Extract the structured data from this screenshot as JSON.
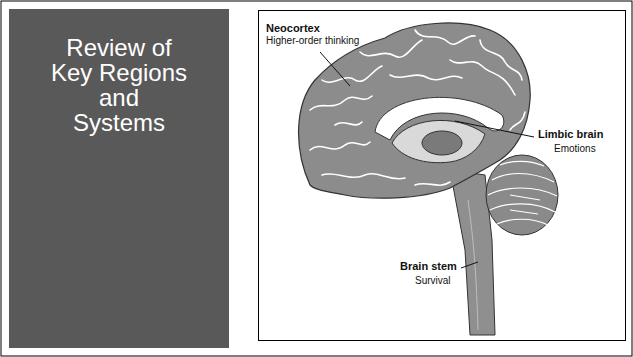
{
  "diagram": {
    "title": "Review of Key Regions and Systems",
    "labels": [
      "Neocortex",
      "Higher-order thinking",
      "Limbic brain",
      "Emotions",
      "Brain stem",
      "Survival"
    ]
  }
}
